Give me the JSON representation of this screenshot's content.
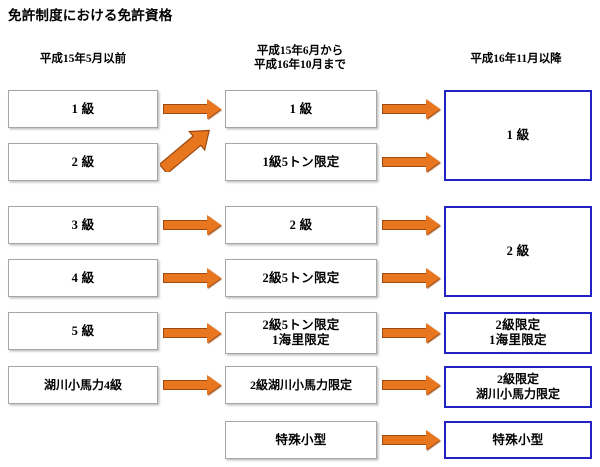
{
  "title": "免許制度における免許資格",
  "columns": {
    "left_header": "平成15年5月以前",
    "middle_header": "平成15年6月から\n平成16年10月まで",
    "right_header": "平成16年11月以降"
  },
  "colors": {
    "arrow_fill": "#e8761e",
    "arrow_outline": "#9c4a12",
    "old_box_border": "#a6a6a6",
    "new_box_border": "#2222c4",
    "text": "#000000",
    "background": "#ffffff"
  },
  "left_boxes": [
    {
      "label": "1 級"
    },
    {
      "label": "2 級"
    },
    {
      "label": "3 級"
    },
    {
      "label": "4 級"
    },
    {
      "label": "5 級"
    },
    {
      "label": "湖川小馬力4級"
    }
  ],
  "middle_boxes": [
    {
      "label": "1 級"
    },
    {
      "label": "1級5トン限定"
    },
    {
      "label": "2 級"
    },
    {
      "label": "2級5トン限定"
    },
    {
      "label": "2級5トン限定\n1海里限定"
    },
    {
      "label": "2級湖川小馬力限定"
    },
    {
      "label": "特殊小型"
    }
  ],
  "right_boxes": [
    {
      "label": "1 級"
    },
    {
      "label": "2 級"
    },
    {
      "label": "2級限定\n1海里限定"
    },
    {
      "label": "2級限定\n湖川小馬力限定"
    },
    {
      "label": "特殊小型"
    }
  ],
  "arrows": {
    "straight_count": 12,
    "diagonal_count": 1,
    "diagonal_note": "2 級 から 1 級 への斜め矢印"
  }
}
